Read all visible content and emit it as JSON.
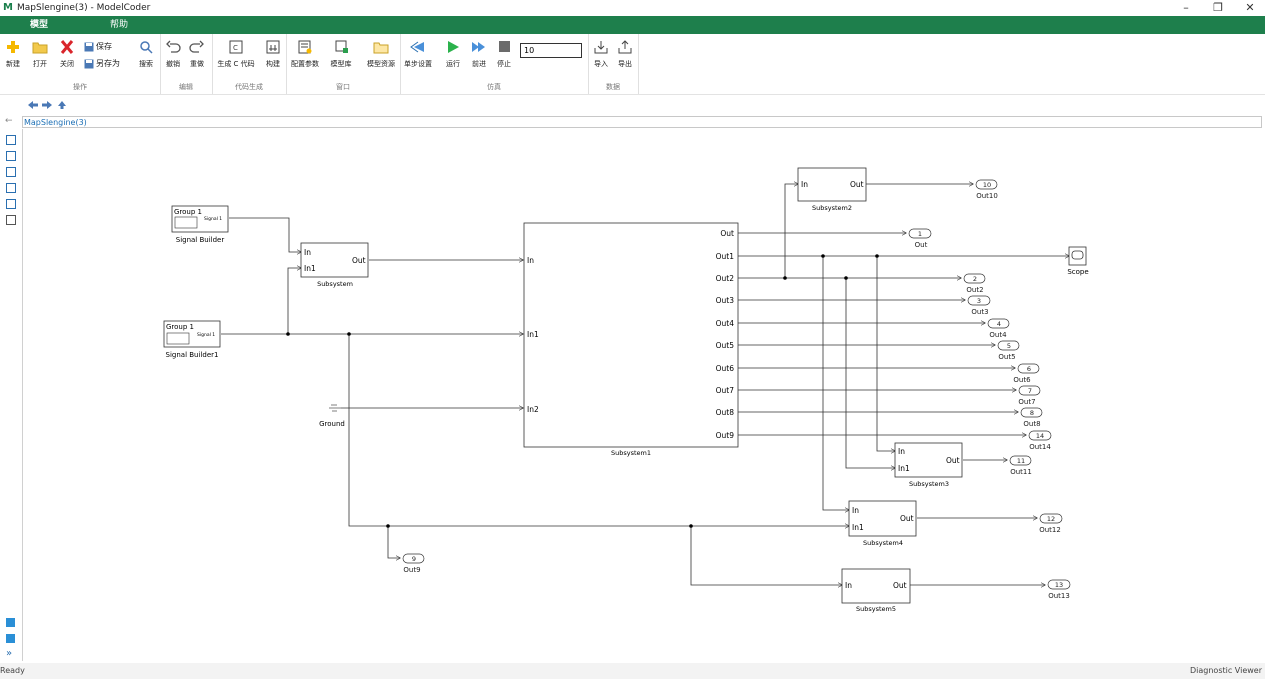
{
  "window": {
    "title": "MapSlengine(3) - ModelCoder",
    "app_icon": "M"
  },
  "window_controls": {
    "minimize": "–",
    "restore": "❐",
    "close": "✕"
  },
  "menu": [
    "模型",
    "帮助"
  ],
  "ribbon": {
    "groups": {
      "operate": "操作",
      "edit": "编辑",
      "codegen": "代码生成",
      "window": "窗口",
      "sim": "仿真",
      "data": "数据"
    },
    "buttons": {
      "new": "新建",
      "open": "打开",
      "close": "关闭",
      "save": "保存",
      "save_as": "另存为",
      "search": "搜索",
      "undo": "撤销",
      "redo": "重做",
      "gen_c": "生成 C 代码",
      "build": "构建",
      "config": "配置参数",
      "library": "模型库",
      "resources": "模型资源",
      "step_settings": "单步设置",
      "run": "运行",
      "forward": "前进",
      "stop": "停止",
      "import": "导入",
      "export": "导出"
    },
    "sim_steps": "10"
  },
  "path": "MapSlengine(3)",
  "status": {
    "left": "Ready",
    "right": "Diagnostic Viewer"
  },
  "diagram": {
    "signal_builder": {
      "group": "Group 1",
      "signal": "Signal 1",
      "name": "Signal Builder"
    },
    "signal_builder1": {
      "group": "Group 1",
      "signal": "Signal 1",
      "name": "Signal Builder1"
    },
    "subsystem": {
      "name": "Subsystem",
      "in": "In",
      "in1": "In1",
      "out": "Out"
    },
    "subsystem1": {
      "name": "Subsystem1",
      "in": "In",
      "in1": "In1",
      "in2": "In2",
      "outs": [
        "Out",
        "Out1",
        "Out2",
        "Out3",
        "Out4",
        "Out5",
        "Out6",
        "Out7",
        "Out8",
        "Out9"
      ]
    },
    "subsystem2": {
      "name": "Subsystem2",
      "in": "In",
      "out": "Out"
    },
    "subsystem3": {
      "name": "Subsystem3",
      "in": "In",
      "in1": "In1",
      "out": "Out"
    },
    "subsystem4": {
      "name": "Subsystem4",
      "in": "In",
      "in1": "In1",
      "out": "Out"
    },
    "subsystem5": {
      "name": "Subsystem5",
      "in": "In",
      "out": "Out"
    },
    "ground": "Ground",
    "scope": "Scope",
    "outports": [
      {
        "num": "10",
        "name": "Out10"
      },
      {
        "num": "1",
        "name": "Out"
      },
      {
        "num": "2",
        "name": "Out2"
      },
      {
        "num": "3",
        "name": "Out3"
      },
      {
        "num": "4",
        "name": "Out4"
      },
      {
        "num": "5",
        "name": "Out5"
      },
      {
        "num": "6",
        "name": "Out6"
      },
      {
        "num": "7",
        "name": "Out7"
      },
      {
        "num": "8",
        "name": "Out8"
      },
      {
        "num": "14",
        "name": "Out14"
      },
      {
        "num": "11",
        "name": "Out11"
      },
      {
        "num": "12",
        "name": "Out12"
      },
      {
        "num": "13",
        "name": "Out13"
      },
      {
        "num": "9",
        "name": "Out9"
      }
    ]
  }
}
